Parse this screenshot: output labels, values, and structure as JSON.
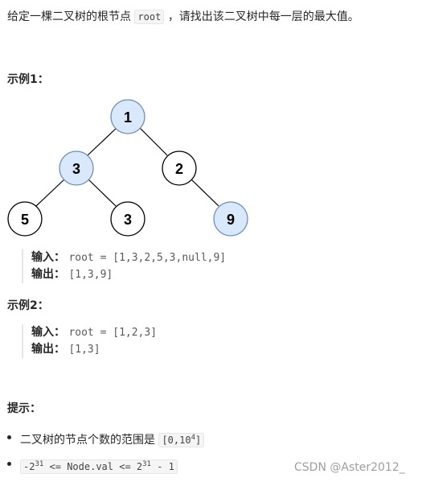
{
  "intro": {
    "before": "给定一棵二叉树的根节点",
    "code": "root",
    "after": "，请找出该二叉树中每一层的最大值。"
  },
  "example1": {
    "heading": "示例1：",
    "tree": {
      "nodes": [
        {
          "id": "n1",
          "label": "1",
          "highlight": true
        },
        {
          "id": "n2",
          "label": "3",
          "highlight": true
        },
        {
          "id": "n3",
          "label": "2",
          "highlight": false
        },
        {
          "id": "n4",
          "label": "5",
          "highlight": false
        },
        {
          "id": "n5",
          "label": "3",
          "highlight": false
        },
        {
          "id": "n6",
          "label": "9",
          "highlight": true
        }
      ],
      "highlight_color": "#dae8fc"
    },
    "input_label": "输入：",
    "input_value": "root = [1,3,2,5,3,null,9]",
    "output_label": "输出：",
    "output_value": "[1,3,9]"
  },
  "example2": {
    "heading": "示例2：",
    "input_label": "输入：",
    "input_value": "root = [1,2,3]",
    "output_label": "输出：",
    "output_value": "[1,3]"
  },
  "hints": {
    "heading": "提示：",
    "item1_text": "二叉树的节点个数的范围是",
    "item1_code_base": "[0,10",
    "item1_code_sup": "4",
    "item1_code_end": "]",
    "item2_a": "-2",
    "item2_sup1": "31",
    "item2_b": " <= Node.val <= 2",
    "item2_sup2": "31",
    "item2_c": " - 1"
  },
  "watermark": "CSDN @Aster2012_"
}
